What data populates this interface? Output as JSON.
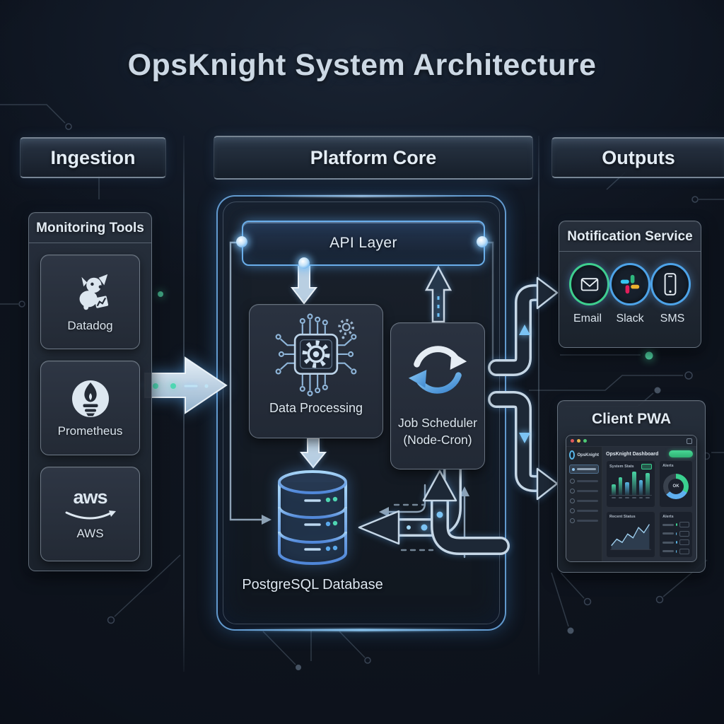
{
  "title": "OpsKnight System Architecture",
  "columns": {
    "ingestion": "Ingestion",
    "platform_core": "Platform Core",
    "outputs": "Outputs"
  },
  "monitoring_tools": {
    "header": "Monitoring Tools",
    "items": [
      {
        "label": "Datadog",
        "icon": "datadog-dog-icon"
      },
      {
        "label": "Prometheus",
        "icon": "prometheus-torch-icon"
      },
      {
        "label": "AWS",
        "icon": "aws-smile-icon",
        "wordmark": "aws"
      }
    ]
  },
  "core": {
    "api_layer": "API Layer",
    "data_processing": "Data Processing",
    "job_scheduler": {
      "line1": "Job Scheduler",
      "line2": "(Node-Cron)"
    },
    "database": "PostgreSQL Database"
  },
  "notification_service": {
    "header": "Notification Service",
    "channels": [
      {
        "label": "Email",
        "icon": "email-envelope-icon",
        "ring": "#3ecf8e"
      },
      {
        "label": "Slack",
        "icon": "slack-logo-icon",
        "ring": "#4da3e8"
      },
      {
        "label": "SMS",
        "icon": "smartphone-icon",
        "ring": "#4da3e8"
      }
    ]
  },
  "client_pwa": {
    "header": "Client PWA",
    "mock": {
      "app_name": "OpsKnight",
      "dashboard_title": "OpsKnight Dashboard",
      "cards": {
        "bars_title": "System Stats",
        "donut_title": "Alerts",
        "donut_center": "OK",
        "line_title": "Recent Status",
        "list_title": "Alerts"
      },
      "bar_values": [
        45,
        75,
        55,
        100,
        65,
        95
      ],
      "bar_colors": [
        "#49d6a4",
        "#49d6a4",
        "#58b7e8",
        "#49d6a4",
        "#58b7e8",
        "#49d6a4"
      ],
      "donut": {
        "green_deg": 120,
        "blue_deg": 110,
        "rest_color": "#39414d"
      },
      "line_points_y": [
        38,
        28,
        33,
        20,
        26,
        10,
        18,
        5
      ],
      "list": [
        {
          "w": 88,
          "color": "#3ad08f"
        },
        {
          "w": 62,
          "color": "#58b7e8"
        },
        {
          "w": 74,
          "color": "#58b7e8"
        },
        {
          "w": 46,
          "color": "#58b7e8"
        }
      ]
    }
  },
  "colors": {
    "accent_blue": "#5fb0f0",
    "glow_blue": "#7cc4f4",
    "teal": "#4fd6b2",
    "green": "#3ad08f",
    "panel_bg": "#232a36",
    "text": "#dbe5ee"
  }
}
